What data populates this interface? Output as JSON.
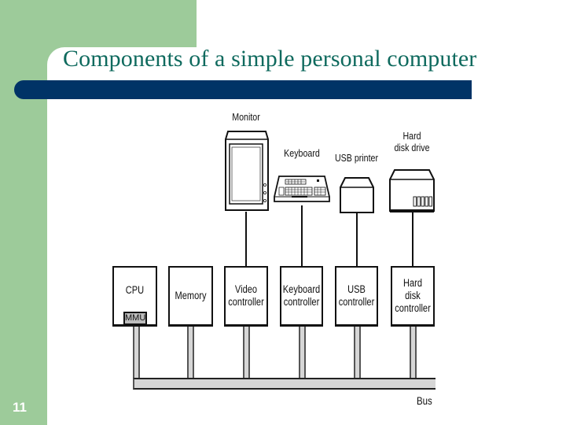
{
  "slide": {
    "title": "Components of a simple personal computer",
    "number": "11",
    "colors": {
      "sidebar_green": "#9dcb9a",
      "title_bar_navy": "#003366",
      "title_text": "#0f6a5e"
    }
  },
  "devices": [
    {
      "id": "monitor",
      "label": "Monitor"
    },
    {
      "id": "keyboard",
      "label": "Keyboard"
    },
    {
      "id": "usb_printer",
      "label": "USB printer"
    },
    {
      "id": "hard_disk_drive",
      "label_line1": "Hard",
      "label_line2": "disk drive"
    }
  ],
  "components": [
    {
      "id": "cpu",
      "label": "CPU",
      "sub_label": "MMU"
    },
    {
      "id": "memory",
      "label": "Memory"
    },
    {
      "id": "video_controller",
      "line1": "Video",
      "line2": "controller"
    },
    {
      "id": "keyboard_controller",
      "line1": "Keyboard",
      "line2": "controller"
    },
    {
      "id": "usb_controller",
      "line1": "USB",
      "line2": "controller"
    },
    {
      "id": "hard_disk_controller",
      "line1": "Hard",
      "line2": "disk",
      "line3": "controller"
    }
  ],
  "bus": {
    "label": "Bus"
  }
}
